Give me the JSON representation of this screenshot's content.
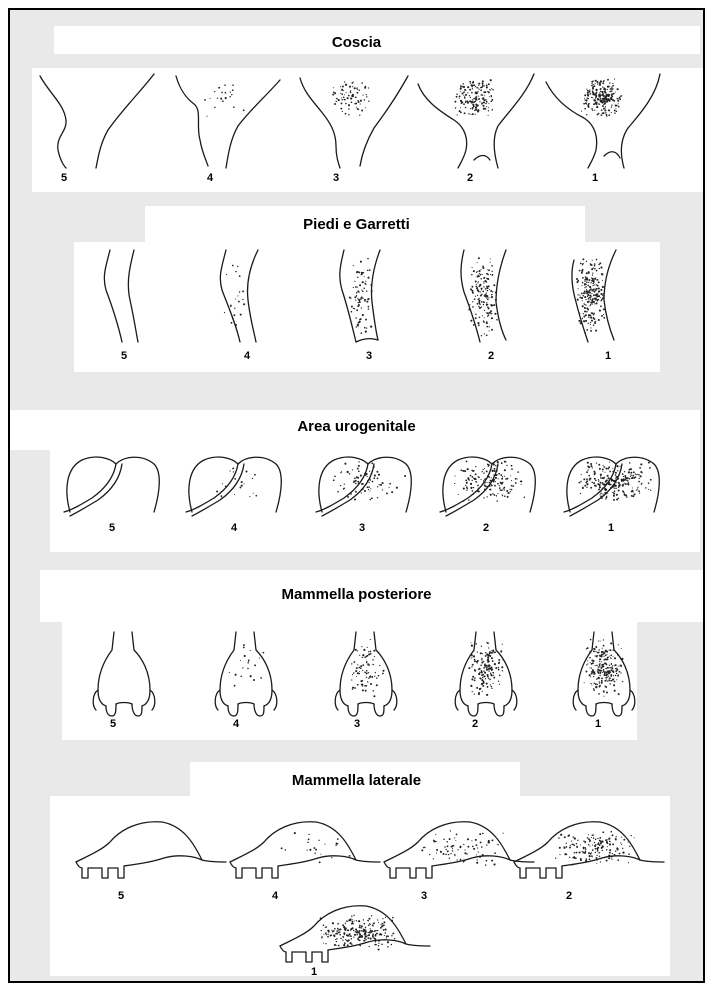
{
  "sections": [
    {
      "title": "Coscia",
      "labels": [
        "5",
        "4",
        "3",
        "2",
        "1"
      ]
    },
    {
      "title": "Piedi e Garretti",
      "labels": [
        "5",
        "4",
        "3",
        "2",
        "1"
      ]
    },
    {
      "title": "Area urogenitale",
      "labels": [
        "5",
        "4",
        "3",
        "2",
        "1"
      ]
    },
    {
      "title": "Mammella posteriore",
      "labels": [
        "5",
        "4",
        "3",
        "2",
        "1"
      ]
    },
    {
      "title": "Mammella laterale",
      "labels": [
        "5",
        "4",
        "3",
        "2",
        "1"
      ]
    }
  ],
  "colors": {
    "frame_border": "#000000",
    "page_background": "#e9e9e9",
    "band_background": "#ffffff",
    "stroke": "#1a1a1a"
  },
  "dirtiness_levels": [
    0,
    0.08,
    0.3,
    0.6,
    0.9
  ]
}
